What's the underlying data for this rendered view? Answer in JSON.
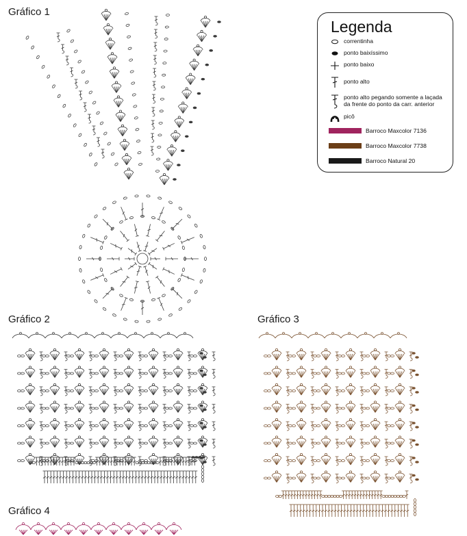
{
  "titles": {
    "chart1": "Gráfico 1",
    "chart2": "Gráfico 2",
    "chart3": "Gráfico 3",
    "chart4": "Gráfico 4"
  },
  "legend": {
    "heading": "Legenda",
    "symbols": [
      {
        "icon": "chain-oval-icon",
        "label": "correntinha"
      },
      {
        "icon": "slip-stitch-icon",
        "label": "ponto baixíssimo"
      },
      {
        "icon": "single-crochet-icon",
        "label": "ponto baixo"
      },
      {
        "icon": "double-crochet-icon",
        "label": "ponto alto"
      },
      {
        "icon": "front-loop-double-crochet-icon",
        "label": "ponto alto pegando somente a laçada da frente do ponto da carr. anterior"
      },
      {
        "icon": "picot-icon",
        "label": "picô"
      }
    ],
    "yarns": [
      {
        "label": "Barroco Maxcolor 7136",
        "color": "#a0245e"
      },
      {
        "label": "Barroco Maxcolor 7738",
        "color": "#6b3e17"
      },
      {
        "label": "Barroco Natural 20",
        "color": "#1a1a1a"
      }
    ]
  },
  "colors": {
    "chart_ink": "#3a3a3a",
    "chart3_ink": "#7a5230",
    "chart4_ink": "#a0245e",
    "accent_red": "#c02020"
  }
}
